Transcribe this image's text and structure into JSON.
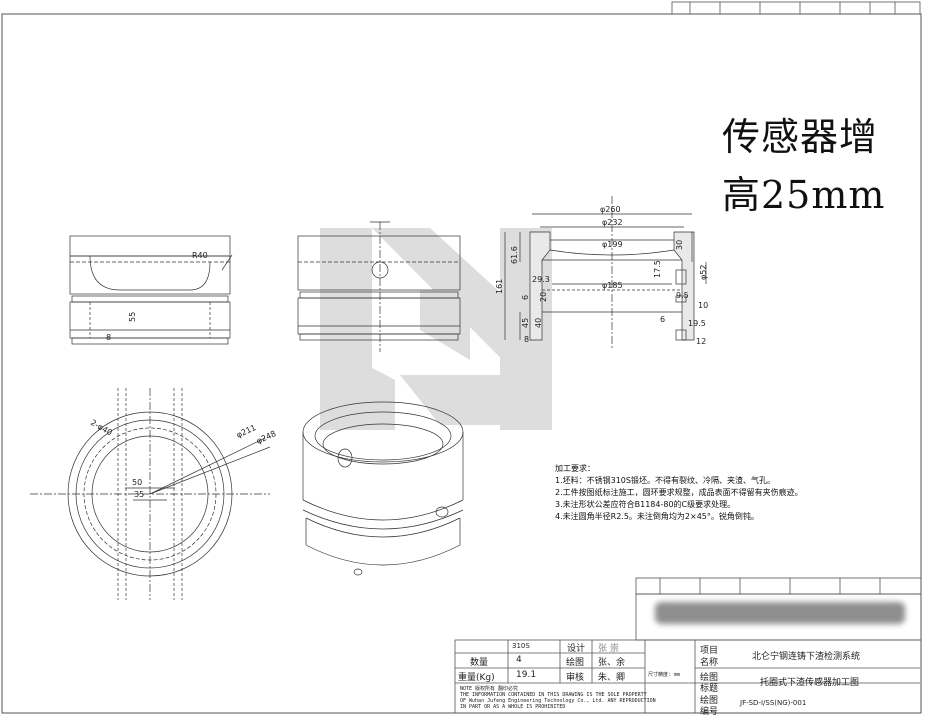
{
  "handwritten_note": {
    "line1": "传感器增",
    "line2": "高25mm"
  },
  "dimensions": {
    "front": {
      "r40": "R40",
      "d55": "55",
      "d8": "8"
    },
    "plan": {
      "d211": "φ211",
      "d248": "φ248",
      "d50": "50",
      "d35": "35",
      "small": "2-φ40"
    },
    "section": {
      "d260": "φ260",
      "d232": "φ232",
      "d199": "φ199",
      "d185": "φ185",
      "h161": "161",
      "h61_6": "61.6",
      "h30": "30",
      "h29_3": "29.3",
      "h6": "6",
      "h20": "20",
      "h45": "45",
      "h40": "40",
      "d17_5": "17.5",
      "d52": "φ52",
      "h9_5": "9.5",
      "h10": "10",
      "h6b": "6",
      "h19_5": "19.5",
      "h12": "12",
      "h8": "8"
    }
  },
  "notes": {
    "title": "加工要求：",
    "items": [
      "1.坯料：不锈钢310S锻坯。不得有裂纹、冷隔、夹渣、气孔。",
      "2.工件按图纸标注施工，圆环要求规整，成品表面不得留有夹伤痕迹。",
      "3.未注形状公差应符合B1184-80的C级要求处理。",
      "4.未注圆角半径R2.5。未注倒角均为2×45°。锐角倒钝。"
    ]
  },
  "title_block": {
    "material": "310S",
    "design_label": "设计",
    "design_value": "张 崇",
    "qty_label": "数量",
    "qty_value": "4",
    "draw_label": "绘图",
    "draw_value": "张、余",
    "weight_label": "重量(Kg)",
    "weight_value": "19.1",
    "review_label": "审核",
    "review_value": "朱、卿",
    "unit_note": "尺寸精度: mm",
    "project_label_1": "项目",
    "project_label_2": "名称",
    "project_value": "北仑宁钢连铸下渣检测系统",
    "drawing_title_label_1": "绘图",
    "drawing_title_label_2": "标题",
    "drawing_title_value": "托圈式下渣传感器加工图",
    "drawing_no_label_1": "绘图",
    "drawing_no_label_2": "编号",
    "drawing_no_value": "JF-SD-I/SS(NG)-001",
    "notice_lines": [
      "NOTE    版权所有  翻印必究",
      "THE INFORMATION CONTAINED IN THIS DRAWING IS THE SOLE PROPERTY",
      "OF Wuhan Jufeng Engineering Technology Co., Ltd.  ANY REPRODUCTION",
      "IN PART OR AS A WHOLE IS   PROHIBITED"
    ]
  }
}
